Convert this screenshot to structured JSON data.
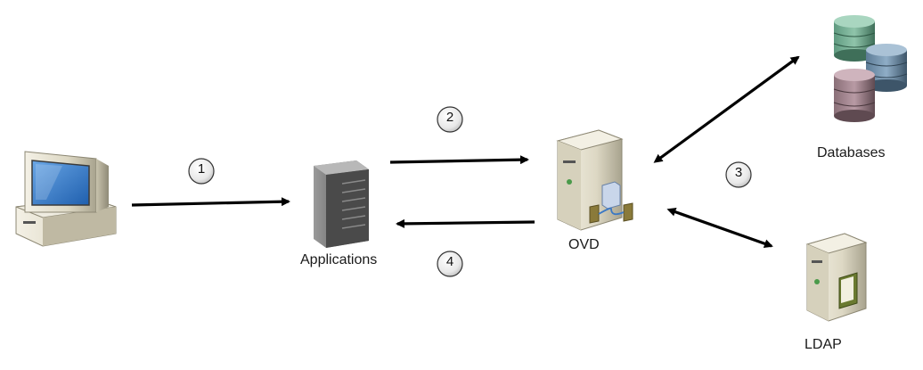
{
  "nodes": {
    "client": {
      "icon": "desktop-computer-icon"
    },
    "applications": {
      "icon": "server-tower-icon",
      "label": "Applications"
    },
    "ovd": {
      "icon": "ovd-server-icon",
      "label": "OVD"
    },
    "databases": {
      "icon": "database-cylinders-icon",
      "label": "Databases"
    },
    "ldap": {
      "icon": "ldap-server-icon",
      "label": "LDAP"
    }
  },
  "steps": [
    "1",
    "2",
    "3",
    "4"
  ],
  "colors": {
    "arrow": "#000000",
    "label": "#1a1a1a"
  }
}
